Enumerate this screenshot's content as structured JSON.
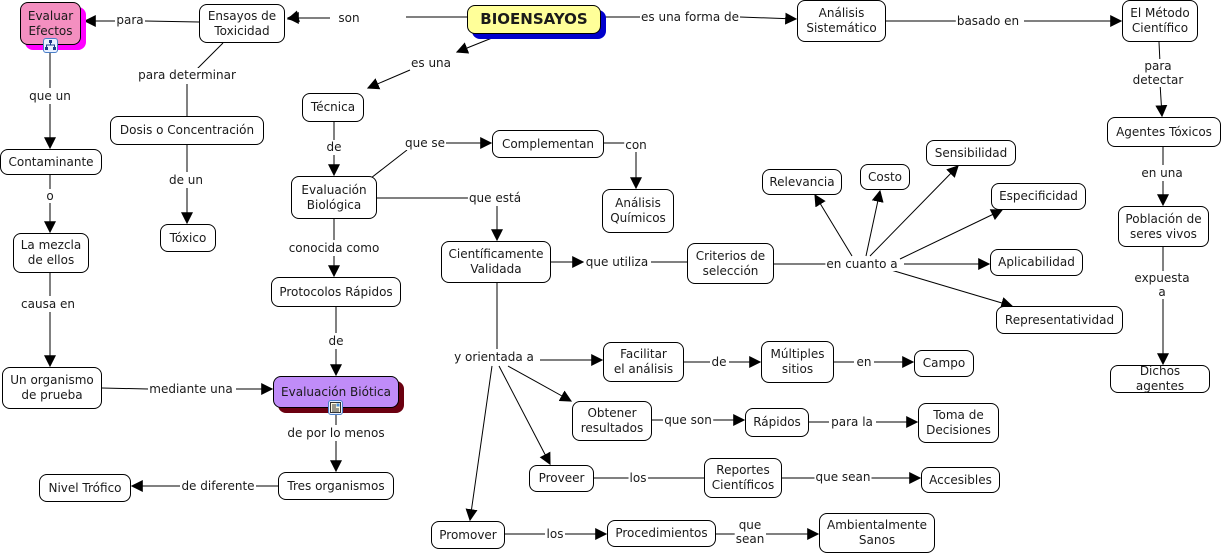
{
  "concept_map": {
    "title": "BIOENSAYOS",
    "concepts": [
      {
        "id": "bioensayos",
        "label": "BIOENSAYOS"
      },
      {
        "id": "ensayos",
        "label": "Ensayos de\nToxicidad"
      },
      {
        "id": "evaluar",
        "label": "Evaluar\nEfectos"
      },
      {
        "id": "analisis_sis",
        "label": "Análisis\nSistemático"
      },
      {
        "id": "metodo",
        "label": "El Método\nCientífico"
      },
      {
        "id": "agentes",
        "label": "Agentes Tóxicos"
      },
      {
        "id": "poblacion",
        "label": "Población de\nseres vivos"
      },
      {
        "id": "dichos",
        "label": "Dichos agentes"
      },
      {
        "id": "tecnica",
        "label": "Técnica"
      },
      {
        "id": "dosis",
        "label": "Dosis o Concentración"
      },
      {
        "id": "toxico",
        "label": "Tóxico"
      },
      {
        "id": "contaminante",
        "label": "Contaminante"
      },
      {
        "id": "mezcla",
        "label": "La mezcla\nde ellos"
      },
      {
        "id": "organismo",
        "label": "Un organismo\nde prueba"
      },
      {
        "id": "eval_bio",
        "label": "Evaluación\nBiológica"
      },
      {
        "id": "complementan",
        "label": "Complementan"
      },
      {
        "id": "quimicos",
        "label": "Análisis\nQuímicos"
      },
      {
        "id": "protocolos",
        "label": "Protocolos Rápidos"
      },
      {
        "id": "biotica",
        "label": "Evaluación Biótica"
      },
      {
        "id": "tres",
        "label": "Tres organismos"
      },
      {
        "id": "nivel",
        "label": "Nivel Trófico"
      },
      {
        "id": "validada",
        "label": "Científicamente\nValidada"
      },
      {
        "id": "criterios",
        "label": "Criterios de\nselección"
      },
      {
        "id": "relevancia",
        "label": "Relevancia"
      },
      {
        "id": "costo",
        "label": "Costo"
      },
      {
        "id": "sensibilidad",
        "label": "Sensibilidad"
      },
      {
        "id": "especificidad",
        "label": "Especificidad"
      },
      {
        "id": "aplicabilidad",
        "label": "Aplicabilidad"
      },
      {
        "id": "representatividad",
        "label": "Representatividad"
      },
      {
        "id": "facilitar",
        "label": "Facilitar\nel análisis"
      },
      {
        "id": "multiples",
        "label": "Múltiples\nsitios"
      },
      {
        "id": "campo",
        "label": "Campo"
      },
      {
        "id": "obtener",
        "label": "Obtener\nresultados"
      },
      {
        "id": "rapidos",
        "label": "Rápidos"
      },
      {
        "id": "toma",
        "label": "Toma de\nDecisiones"
      },
      {
        "id": "proveer",
        "label": "Proveer"
      },
      {
        "id": "reportes",
        "label": "Reportes\nCientíficos"
      },
      {
        "id": "accesibles",
        "label": "Accesibles"
      },
      {
        "id": "promover",
        "label": "Promover"
      },
      {
        "id": "procedimientos",
        "label": "Procedimientos"
      },
      {
        "id": "sanos",
        "label": "Ambientalmente\nSanos"
      }
    ],
    "linking_phrases": [
      {
        "id": "son",
        "label": "son"
      },
      {
        "id": "para",
        "label": "para"
      },
      {
        "id": "es_forma",
        "label": "es una forma de"
      },
      {
        "id": "basado",
        "label": "basado en"
      },
      {
        "id": "para_detectar",
        "label": "para detectar"
      },
      {
        "id": "en_una",
        "label": "en una"
      },
      {
        "id": "expuesta",
        "label": "expuesta a"
      },
      {
        "id": "es_una",
        "label": "es una"
      },
      {
        "id": "para_det",
        "label": "para determinar"
      },
      {
        "id": "de_un",
        "label": "de un"
      },
      {
        "id": "que_un",
        "label": "que un"
      },
      {
        "id": "o",
        "label": "o"
      },
      {
        "id": "causa",
        "label": "causa en"
      },
      {
        "id": "mediante",
        "label": "mediante una"
      },
      {
        "id": "de_tec",
        "label": "de"
      },
      {
        "id": "que_se",
        "label": "que se"
      },
      {
        "id": "con",
        "label": "con"
      },
      {
        "id": "que_esta",
        "label": "que está"
      },
      {
        "id": "conocida",
        "label": "conocida como"
      },
      {
        "id": "de_prot",
        "label": "de"
      },
      {
        "id": "de_por",
        "label": "de por lo menos"
      },
      {
        "id": "de_dif",
        "label": "de diferente"
      },
      {
        "id": "que_utiliza",
        "label": "que utiliza"
      },
      {
        "id": "en_cuanto",
        "label": "en cuanto a"
      },
      {
        "id": "orientada",
        "label": "y orientada a"
      },
      {
        "id": "de_fac",
        "label": "de"
      },
      {
        "id": "en_mult",
        "label": "en"
      },
      {
        "id": "que_son",
        "label": "que son"
      },
      {
        "id": "para_la",
        "label": "para la"
      },
      {
        "id": "los_prov",
        "label": "los"
      },
      {
        "id": "que_sean",
        "label": "que sean"
      },
      {
        "id": "los_prom",
        "label": "los"
      },
      {
        "id": "que_sean2",
        "label": "que\nsean"
      }
    ],
    "resource_icons": [
      {
        "attached_to": "evaluar",
        "icon": "concept-map-resource-icon"
      },
      {
        "attached_to": "biotica",
        "icon": "document-resource-icon"
      }
    ],
    "colors": {
      "root_fill": "#ffff99",
      "root_shadow": "#0000cc",
      "evaluar_fill": "#f48fc0",
      "evaluar_shadow": "#ff00ff",
      "biotica_fill": "#c08cf8",
      "biotica_shadow": "#6b0010"
    }
  }
}
